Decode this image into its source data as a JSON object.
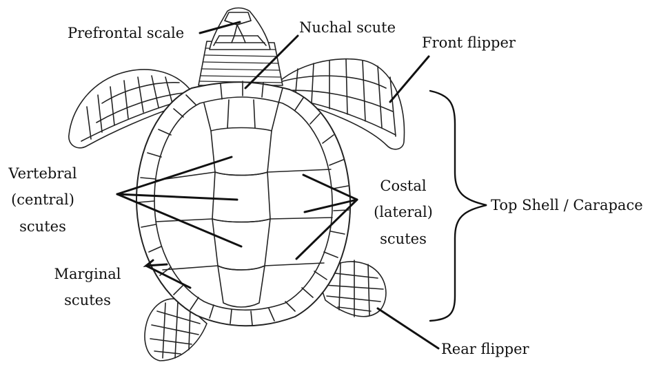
{
  "labels": {
    "prefrontal": "Prefrontal scale",
    "nuchal": "Nuchal scute",
    "front_flipper": "Front flipper",
    "vertebral": [
      "Vertebral",
      "(central)",
      "scutes"
    ],
    "costal": [
      "Costal",
      "(lateral)",
      "scutes"
    ],
    "marginal": [
      "Marginal",
      "scutes"
    ],
    "carapace": "Top Shell / Carapace",
    "rear_flipper": "Rear flipper"
  },
  "colors": {
    "ink": "#111111",
    "background": "#ffffff"
  }
}
